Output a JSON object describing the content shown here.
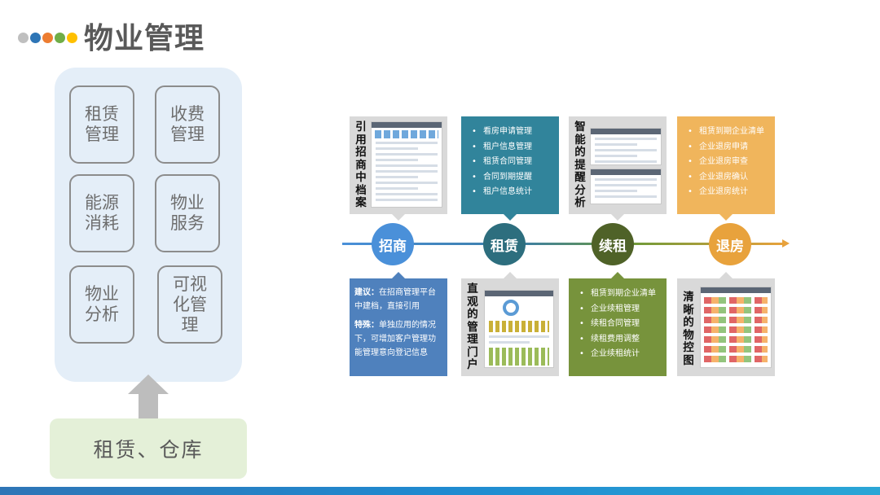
{
  "header": {
    "title": "物业管理",
    "dot_colors": [
      "#bfbfbf",
      "#2e75b6",
      "#ed7d31",
      "#70ad47",
      "#ffc000"
    ]
  },
  "left_panel": {
    "tiles": [
      "租赁\n管理",
      "收费\n管理",
      "能源\n消耗",
      "物业\n服务",
      "物业\n分析",
      "可视\n化管\n理"
    ],
    "base_label": "租赁、仓库"
  },
  "timeline": {
    "nodes": [
      {
        "label": "招商",
        "color": "#4a90d9"
      },
      {
        "label": "租赁",
        "color": "#2d6e7e"
      },
      {
        "label": "续租",
        "color": "#4f6228"
      },
      {
        "label": "退房",
        "color": "#e8a23c"
      }
    ],
    "top_cards": {
      "zhaoshang_label": "引用招商中档案",
      "zulin_items": [
        "看房申请管理",
        "租户信息管理",
        "租赁合同管理",
        "合同到期提醒",
        "租户信息统计"
      ],
      "xuzu_label": "智能的提醒分析",
      "tuifang_items": [
        "租赁到期企业清单",
        "企业退房申请",
        "企业退房审查",
        "企业退房确认",
        "企业退房统计"
      ]
    },
    "bottom_cards": {
      "zhaoshang_note": {
        "suggest_key": "建议：",
        "suggest_text": "在招商管理平台中建档，直接引用",
        "special_key": "特殊：",
        "special_text": "单独应用的情况下，可增加客户管理功能管理意向登记信息"
      },
      "zulin_label": "直观的管理门户",
      "xuzu_items": [
        "租赁到期企业清单",
        "企业续租管理",
        "续租合同管理",
        "续租费用调整",
        "企业续租统计"
      ],
      "tuifang_label": "清晰的物控图"
    },
    "colors": {
      "blue": "#4a90d9",
      "teal": "#31849b",
      "green": "#77933c",
      "orange": "#e8a23c",
      "note_blue": "#4f81bd"
    }
  }
}
